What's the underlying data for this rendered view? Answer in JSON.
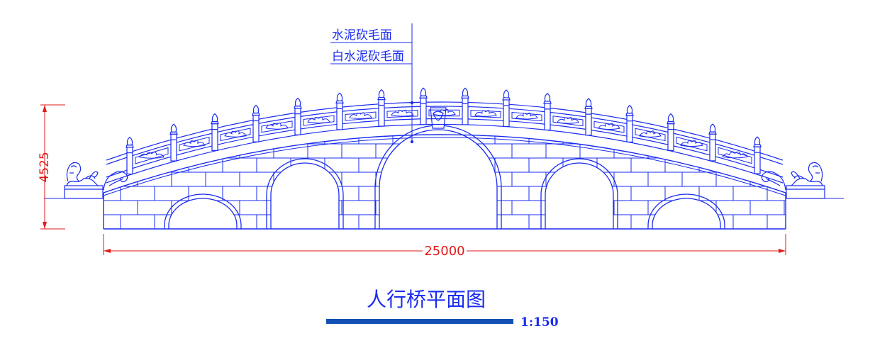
{
  "drawing": {
    "title": "人行桥平面图",
    "scale": "1:150",
    "callouts": [
      "水泥砍毛面",
      "白水泥砍毛面"
    ],
    "dimensions": {
      "width": "25000",
      "height": "4525"
    }
  },
  "colors": {
    "line": "#1a2cf0",
    "dimension": "#e01a1a",
    "scale_bar": "#1450b4",
    "background": "#ffffff"
  }
}
